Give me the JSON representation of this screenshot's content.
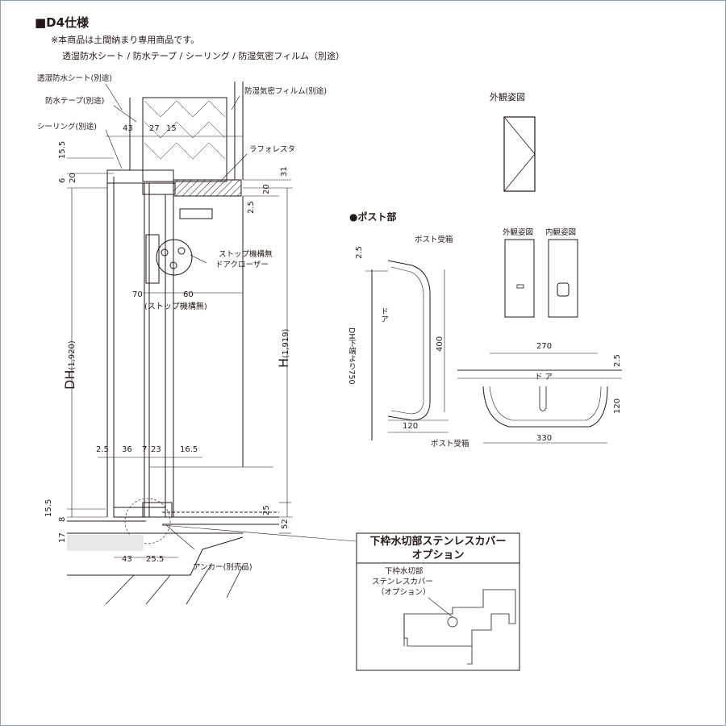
{
  "header": {
    "title": "■D4仕様",
    "note_line1": "※本商品は土間納まり専用商品です。",
    "note_line2": "透湿防水シート / 防水テープ / シーリング / 防湿気密フィルム（別途）"
  },
  "section": {
    "labels": {
      "sheet": "透湿防水シート(別途)",
      "tape": "防水テープ(別途)",
      "sealing": "シーリング(別途)",
      "film": "防湿気密フィルム(別途)",
      "lath": "ラフォレスタ",
      "closer": "ストップ機構無",
      "closer2": "ドアクローザー",
      "stop": "(ストップ機構無)",
      "anchor": "アンカー(別売品)"
    },
    "dims": {
      "d43": "43",
      "d27": "27",
      "d15": "15",
      "d15_5": "15.5",
      "d6": "6",
      "d20a": "20",
      "d31": "31",
      "d20b": "20",
      "d2_5a": "2.5",
      "d70": "70",
      "d60": "60",
      "dh": "DH",
      "dh_val": "(1,920)",
      "h": "H",
      "h_val": "(1,919)",
      "b2_5": "2.5",
      "b36": "36",
      "b7": "7",
      "b23": "23",
      "b16_5": "16.5",
      "b15_5": "15.5",
      "b8": "8",
      "b17": "17",
      "b25": "25",
      "b52": "52",
      "b43": "43",
      "b25_5": "25.5"
    }
  },
  "exterior": {
    "title": "外観姿図"
  },
  "post": {
    "title": "●ポスト部",
    "receiver_top": "ポスト受箱",
    "receiver_bottom": "ポスト受箱",
    "exterior_view": "外観姿図",
    "interior_view": "内観姿図",
    "door_v": "ドア",
    "door_h": "ド ア",
    "from_dh": "DH下端より750",
    "d2_5": "2.5",
    "d400": "400",
    "d120a": "120",
    "d270": "270",
    "d2_5b": "2.5",
    "d120b": "120",
    "d330": "330"
  },
  "option": {
    "title_line1": "下枠水切部ステンレスカバー",
    "title_line2": "オプション",
    "caption_line1": "下枠水切部",
    "caption_line2": "ステンレスカバー",
    "caption_line3": "（オプション）"
  }
}
